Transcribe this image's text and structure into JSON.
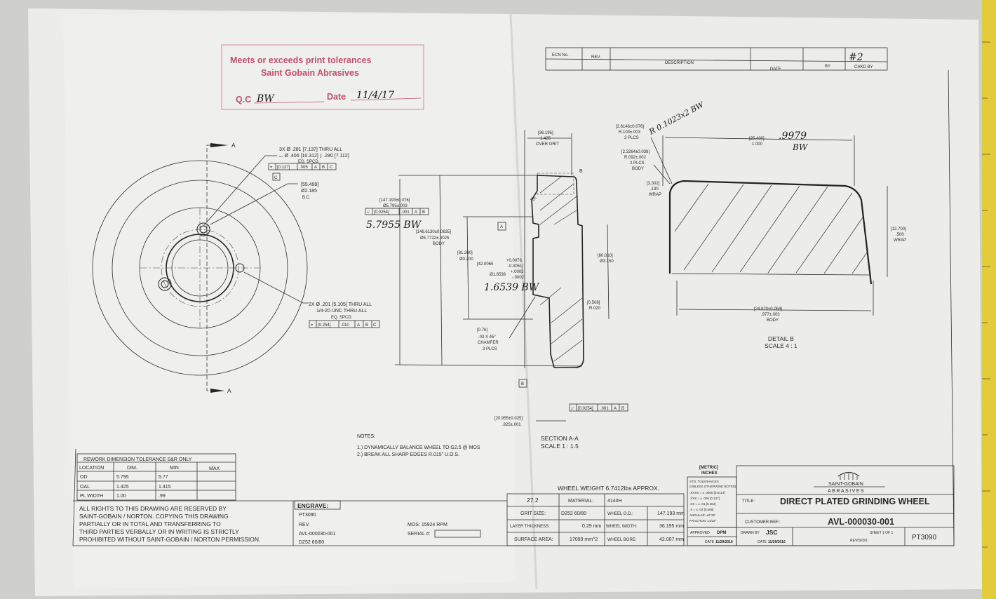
{
  "stamp": {
    "line1": "Meets or exceeds print tolerances",
    "line2": "Saint Gobain Abrasives",
    "qc_label": "Q.C",
    "qc_initials": "BW",
    "date_label": "Date",
    "date_value": "11/4/17"
  },
  "revision_block": {
    "headers": [
      "ECN No.",
      "REV.",
      "DESCRIPTION",
      "DATE",
      "BY",
      "CHKD BY"
    ],
    "handwritten_rev": "#2"
  },
  "front_view": {
    "section_marker": "A",
    "holes_3x": [
      "3X Ø .281 [7.137] THRU ALL",
      "⌴ Ø .406 [10.312] ↧ .280 [7.112]",
      "EQ. SPCD."
    ],
    "fcf_3x": [
      "⌖",
      "[0.127]",
      ".005",
      "A",
      "B",
      "C"
    ],
    "datum_c": "C",
    "bolt_circle": [
      "[55.499]",
      "Ø2.185",
      "B.C."
    ],
    "holes_2x": [
      "2X Ø .201 [5.105] THRU ALL",
      "1/4-20 UNC  THRU ALL",
      "EQ. SPCD."
    ],
    "fcf_2x": [
      "⌖",
      "[0.254]",
      ".010",
      "A",
      "B",
      "C"
    ]
  },
  "section": {
    "od": [
      "[147.193±0.076]",
      "Ø5.795±.003"
    ],
    "od_fcf": [
      "⌰",
      "[0.0254]",
      ".001",
      "A",
      "B"
    ],
    "od_handwritten": "5.7955 BW",
    "body": [
      "[146.6130±0.0635]",
      "Ø5.7722±.0025",
      "BODY"
    ],
    "d81": [
      "[81.280]",
      "Ø3.200"
    ],
    "datum_a": "A",
    "bore": [
      "[42.0065",
      "+0.0076",
      "-0.0051]",
      "Ø1.6538",
      "+.0003",
      "-.0002"
    ],
    "bore_handwritten": "1.6539 BW",
    "width": [
      "[36.195]",
      "1.425",
      "OVER GRIT"
    ],
    "detail_marker": "B",
    "angle": "45°",
    "d80": [
      "[80.010]",
      "Ø3.150"
    ],
    "radius": [
      "[0.508]",
      "R.020"
    ],
    "chamfer": [
      "[0.76]",
      ".03  X 45°",
      "CHAMFER",
      "3 PLCS"
    ],
    "datum_b": "B",
    "face_fcf": [
      "⌰",
      "[0.0254]",
      ".001",
      "A",
      "B"
    ],
    "hub": [
      "[20.955±0.025]",
      ".825±.001"
    ],
    "title": "SECTION A-A",
    "scale": "SCALE 1 : 1.5"
  },
  "notes": {
    "title": "NOTES:",
    "items": [
      "1.) DYNAMICALLY BALANCE WHEEL TO G2.5 @ MOS",
      "2.) BREAK ALL SHARP EDGES R.015\" U.O.S."
    ]
  },
  "detail_b": {
    "r1": [
      "[2.6146±0.076]",
      "R.103±.003",
      "2 PLCS"
    ],
    "r1_handwritten": "R 0.1023x2 BW",
    "r2": [
      "[2.3264±0.038]",
      "R.092±.002",
      "2 PLCS",
      "BODY"
    ],
    "wrap1": [
      "[3.302]",
      ".130",
      "WRAP"
    ],
    "width": [
      "[25.400]",
      "1.000"
    ],
    "width_handwritten": ".9979",
    "width_initials": "BW",
    "wrap2": [
      "[12.700]",
      ".500",
      "WRAP"
    ],
    "body": [
      "[24.820±0.064]",
      ".977±.003",
      "BODY"
    ],
    "title": "DETAIL B",
    "scale": "SCALE 4 : 1"
  },
  "rework_table": {
    "title": "REWORK DIMENSION TOLERANCE S&R ONLY",
    "headers": [
      "LOCATION",
      "DIM.",
      "MIN",
      "MAX"
    ],
    "rows": [
      [
        "OD",
        "5.795",
        "5.77",
        ""
      ],
      [
        "OAL",
        "1.425",
        "1.415",
        ""
      ],
      [
        "PL WIDTH",
        "1.00",
        ".99",
        ""
      ]
    ]
  },
  "rights": [
    "ALL RIGHTS TO THIS DRAWING ARE RESERVED BY",
    "SAINT-GOBAIN / NORTON. COPYING THIS DRAWING",
    "PARTIALLY OR IN TOTAL AND TRANSFERRING TO",
    "THIRD PARTIES VERBALLY OR IN WRITING IS STRICTLY",
    "PROHIBITED WITHOUT SAINT-GOBAIN / NORTON PERMISSION."
  ],
  "engrave": {
    "label": "ENGRAVE:",
    "lines": [
      "PT3090",
      "REV.",
      "AVL-000030-001",
      "D252 60/80"
    ]
  },
  "mos": "MOS:  15924 RPM",
  "serial_label": "SERIAL #:",
  "wheel_weight": "WHEEL WEIGHT  6.7412lbs APPROX.",
  "spec_table": {
    "rows": [
      [
        "27.2",
        "MATERIAL:",
        "4140H",
        ""
      ],
      [
        "GRIT SIZE:",
        "D252 60/80",
        "WHEEL O.D.:",
        "147.193 mm"
      ],
      [
        "LAYER THICKNESS:",
        "0.29 mm",
        "WHEEL WIDTH:",
        "36.195 mm"
      ],
      [
        "SURFACE AREA:",
        "17099 mm^2",
        "WHEEL BORE:",
        "42.007 mm"
      ]
    ]
  },
  "tolerances": {
    "units": [
      "[METRIC]",
      "INCHES"
    ],
    "lines": [
      "STD. TOLERANCES",
      "(UNLESS OTHERWISE NOTED)",
      ".XXXX = ± .0005 [0.0127]",
      ".XXX = ± .005 [0.127]",
      ".XX = ± .01 [0.254]",
      ".X = ± .02 [0.508]",
      "ANGULAR: ±0°30'",
      "FRACTION: ±1/32\""
    ]
  },
  "title_block": {
    "logo_name": "SAINT-GOBAIN",
    "logo_sub": "ABRASIVES",
    "title_label": "TITLE:",
    "title": "DIRECT PLATED GRINDING WHEEL",
    "customer_ref_label": "CUSTOMER REF.:",
    "customer_ref": "AVL-000030-001",
    "approved_label": "APPROVED",
    "approved": "DPM",
    "date_label": "DATE",
    "approved_date": "11/29/2016",
    "drawn_by_label": "DRAWN BY",
    "drawn_by": "JSC",
    "drawn_date": "11/29/2016",
    "sheet_label": "SHEET",
    "sheet": "1 OF 1",
    "revision_label": "REVISION:",
    "part_no": "PT3090"
  }
}
